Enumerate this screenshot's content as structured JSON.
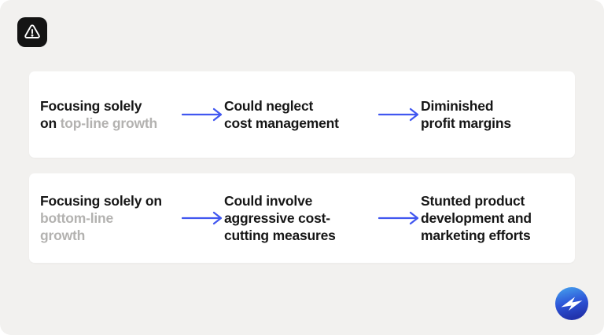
{
  "meta": {
    "background_color": "#F2F1EF",
    "card_color": "#FFFFFF",
    "arrow_color": "#4157F0",
    "text_color": "#161616",
    "muted_text_color": "#B3B2B0",
    "badge_color": "#141414"
  },
  "header": {
    "icon": "warning-triangle-icon"
  },
  "flow_rows": [
    {
      "cause": {
        "line1": "Focusing solely",
        "line2_black": "on ",
        "line2_gray": "top-line growth"
      },
      "factor": {
        "line1": "Could neglect",
        "line2": "cost management"
      },
      "outcome": {
        "line1": "Diminished",
        "line2": "profit margins"
      }
    },
    {
      "cause": {
        "line1": "Focusing solely on",
        "line2_gray": "bottom-line",
        "line3_gray": "growth"
      },
      "factor": {
        "line1": "Could involve",
        "line2": "aggressive cost-",
        "line3": "cutting measures"
      },
      "outcome": {
        "line1": "Stunted product",
        "line2": "development and",
        "line3": "marketing efforts"
      }
    }
  ],
  "logo": {
    "name": "brand-logo",
    "circle_top_color": "#47A5EE",
    "circle_bottom_color": "#2233AC",
    "bolt_color": "#FFFFFF"
  }
}
